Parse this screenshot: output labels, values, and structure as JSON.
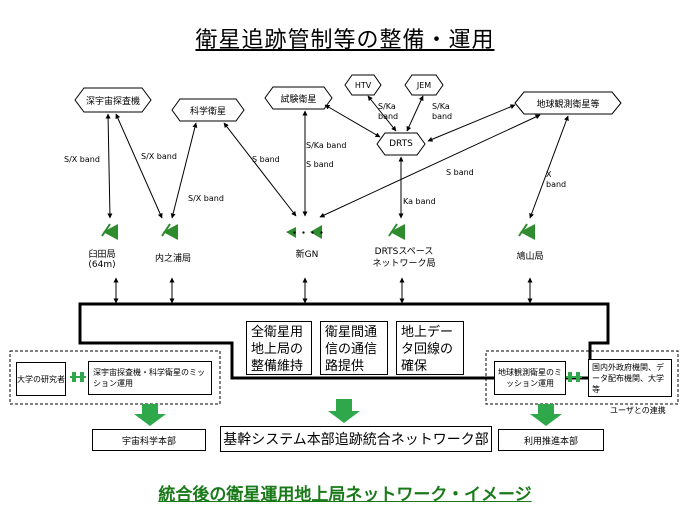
{
  "title": "衛星追跡管制等の整備・運用",
  "footer": "統合後の衛星運用地上局ネットワーク・イメージ",
  "satellites": {
    "deep_space": "深宇宙探査機",
    "science": "科学衛星",
    "test": "試験衛星",
    "htv": "HTV",
    "jem": "JEM",
    "drts": "DRTS",
    "earth_obs": "地球観測衛星等"
  },
  "bands": {
    "sx1": "S/X band",
    "sx2": "S/X band",
    "sx3": "S/X band",
    "sband1": "S band",
    "ska1": "S/Ka band",
    "sband2": "S band",
    "ska2": "S/Ka band",
    "ska3": "S/Ka band",
    "sband3": "S band",
    "ka": "Ka band",
    "x": "X band"
  },
  "stations": {
    "usuda": "臼田局",
    "usuda_sub": "(64m)",
    "uchinoura": "内之浦局",
    "dots": "・・・・",
    "new_gn": "新GN",
    "drts_net": "DRTSスペース",
    "drts_net2": "ネットワーク局",
    "hatoyama": "鳩山局"
  },
  "center_boxes": [
    "全衛星用地上局の整備維持",
    "衛星間通信の通信路提供",
    "地上データ回線の確保"
  ],
  "left_group": {
    "univ": "大学の研究者",
    "mission": "深宇宙探査機・科学衛星のミッション運用"
  },
  "right_group": {
    "mission": "地球観測衛星のミッション運用",
    "agencies": "国内外政府機関、データ配布機関、大学等",
    "user_link": "ユーザとの連携"
  },
  "bottom": {
    "isas": "宇宙科学本部",
    "core": "基幹システム本部追跡統合ネットワーク部",
    "usage": "利用推進本部"
  },
  "colors": {
    "antenna": "#2e8b2e",
    "arrow_green": "#2ea84a",
    "footer": "#1a7a1a"
  }
}
